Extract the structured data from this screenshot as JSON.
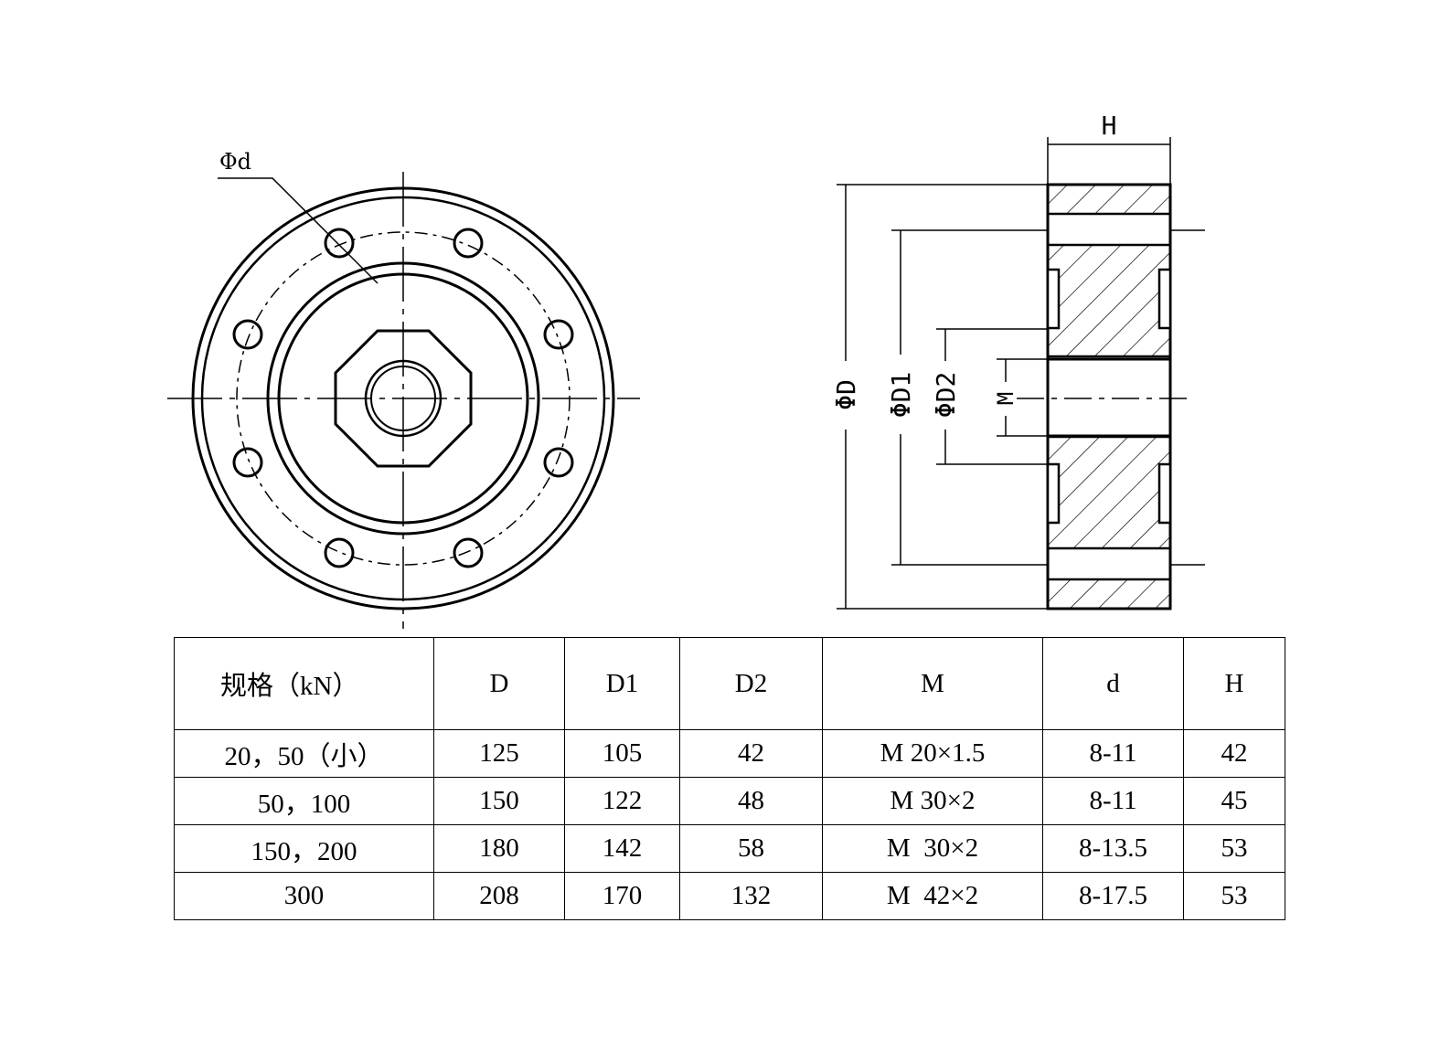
{
  "front_view": {
    "hole_label": "Φd"
  },
  "side_view": {
    "dim_H": "H",
    "dim_D": "ΦD",
    "dim_D1": "ΦD1",
    "dim_D2": "ΦD2",
    "dim_M": "M"
  },
  "table": {
    "headers": [
      "规格（kN）",
      "D",
      "D1",
      "D2",
      "M",
      "d",
      "H"
    ],
    "rows": [
      [
        "20，50（小）",
        "125",
        "105",
        "42",
        "M 20×1.5",
        "8-11",
        "42"
      ],
      [
        "50，100",
        "150",
        "122",
        "48",
        "M 30×2",
        "8-11",
        "45"
      ],
      [
        "150，200",
        "180",
        "142",
        "58",
        "M  30×2",
        "8-13.5",
        "53"
      ],
      [
        "300",
        "208",
        "170",
        "132",
        "M  42×2",
        "8-17.5",
        "53"
      ]
    ]
  }
}
